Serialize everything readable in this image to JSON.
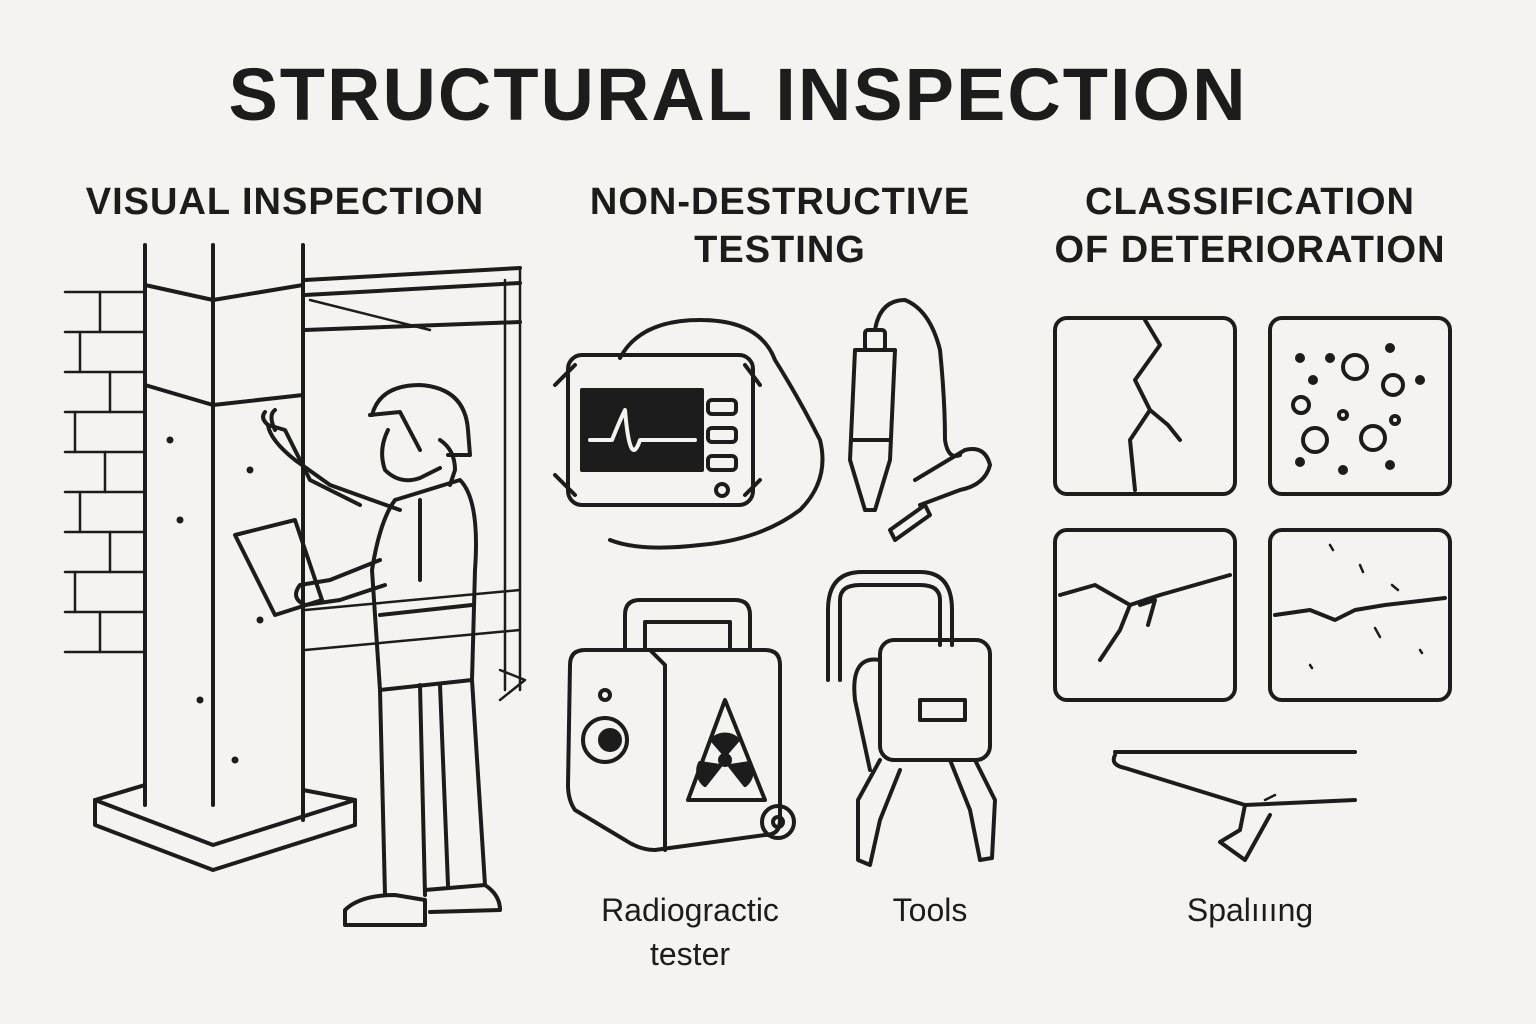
{
  "title": "STRUCTURAL INSPECTION",
  "sections": {
    "visual": {
      "heading": "VISUAL INSPECTION"
    },
    "ndt": {
      "heading_line1": "NON-DESTRUCTIVE",
      "heading_line2": "TESTING",
      "captions": {
        "radio_line1": "Radiogractic",
        "radio_line2": "tester",
        "tools": "Tools"
      }
    },
    "classification": {
      "heading_line1": "CLASSIFICATION",
      "heading_line2": "OF DETERIORATION",
      "caption": "Spalıııng"
    }
  },
  "icons": [
    "column-illustration",
    "inspector-figure",
    "ultrasonic-tester-icon",
    "probe-icon",
    "radiographic-tester-icon",
    "radiation-warning-icon",
    "clamp-tool-icon",
    "crack-panel-icon",
    "pitting-panel-icon",
    "fracture-panel-icon",
    "surface-crack-panel-icon",
    "spalling-icon"
  ],
  "colors": {
    "background": "#f4f3ef",
    "ink": "#1c1c1c"
  }
}
